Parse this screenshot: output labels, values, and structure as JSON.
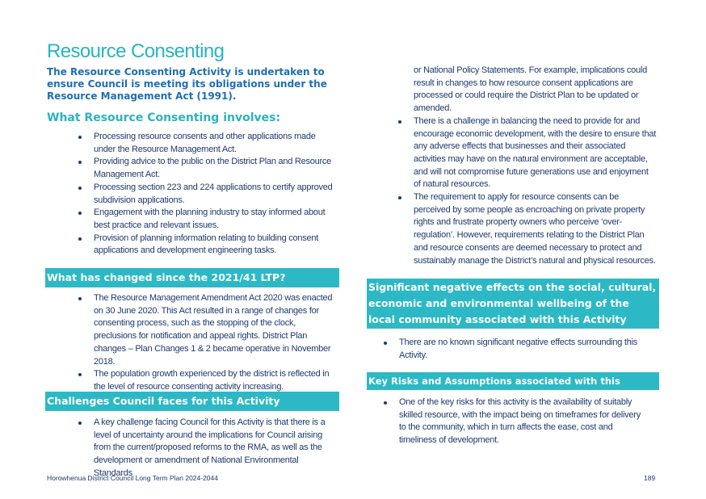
{
  "page_title": "Resource Consenting",
  "intro": "The Resource Consenting Activity is undertaken to ensure Council is meeting its obligations under the Resource Management Act (1991).",
  "involves": {
    "heading": "What Resource Consenting involves:",
    "items": [
      "Processing resource consents and other applications made under the Resource Management Act.",
      "Providing advice to the public on the District Plan and Resource Management Act.",
      "Processing section 223 and 224 applications to certify approved subdivision applications.",
      "Engagement with the planning industry to stay informed about best practice and relevant issues.",
      "Provision of planning information relating to building consent applications and development engineering tasks."
    ]
  },
  "changed": {
    "heading": "What has changed since the 2021/41 LTP?",
    "items": [
      "The Resource Management Amendment Act 2020 was enacted on 30 June 2020. This Act resulted in a range of changes for consenting process, such as the stopping of the clock, preclusions for notification and appeal rights. District Plan changes – Plan Changes 1 & 2 became operative in November 2018.",
      "The population growth experienced by the district is reflected in the level of resource consenting activity increasing."
    ]
  },
  "challenges": {
    "heading": "Challenges Council faces for this Activity",
    "items": [
      "A key challenge facing Council for this Activity is that there is a level of uncertainty around the implications for Council arising from the current/proposed reforms to the RMA, as well as the development or amendment of National Environmental Standards"
    ],
    "continuation": "or National Policy Statements. For example, implications could result in changes to how resource consent applications are processed or could require the District Plan to be updated or amended.",
    "more_items": [
      " There is a challenge in balancing the need to provide for and encourage economic development, with the desire to ensure that any adverse effects that businesses and their associated activities may have on the natural environment are acceptable, and will not compromise future generations use and enjoyment of natural resources.",
      "The requirement to apply for resource consents can be perceived by some people as encroaching on private property rights and frustrate property owners who perceive ‘over-regulation’. However, requirements relating to the District Plan and resource consents are deemed necessary to protect and sustainably manage the District’s natural and physical resources."
    ]
  },
  "negative": {
    "heading": "Significant negative effects on the social, cultural, economic and environmental wellbeing of the local community associated with this Activity",
    "items": [
      "There are no known significant negative effects surrounding this Activity."
    ]
  },
  "risks": {
    "heading": "Key Risks and Assumptions associated with this Activity",
    "items": [
      "One of the key risks for this activity is the availability of suitably skilled resource, with the impact being on timeframes for delivery to the community, which in turn affects the ease, cost and timeliness of development."
    ]
  },
  "footer": {
    "left": "Horowhenua District Council Long Term Plan 2024-2044",
    "page_number": "189"
  },
  "colors": {
    "accent": "#2cb9c5",
    "intro_blue": "#1e6fb3",
    "body_text": "#1f3a6e"
  }
}
